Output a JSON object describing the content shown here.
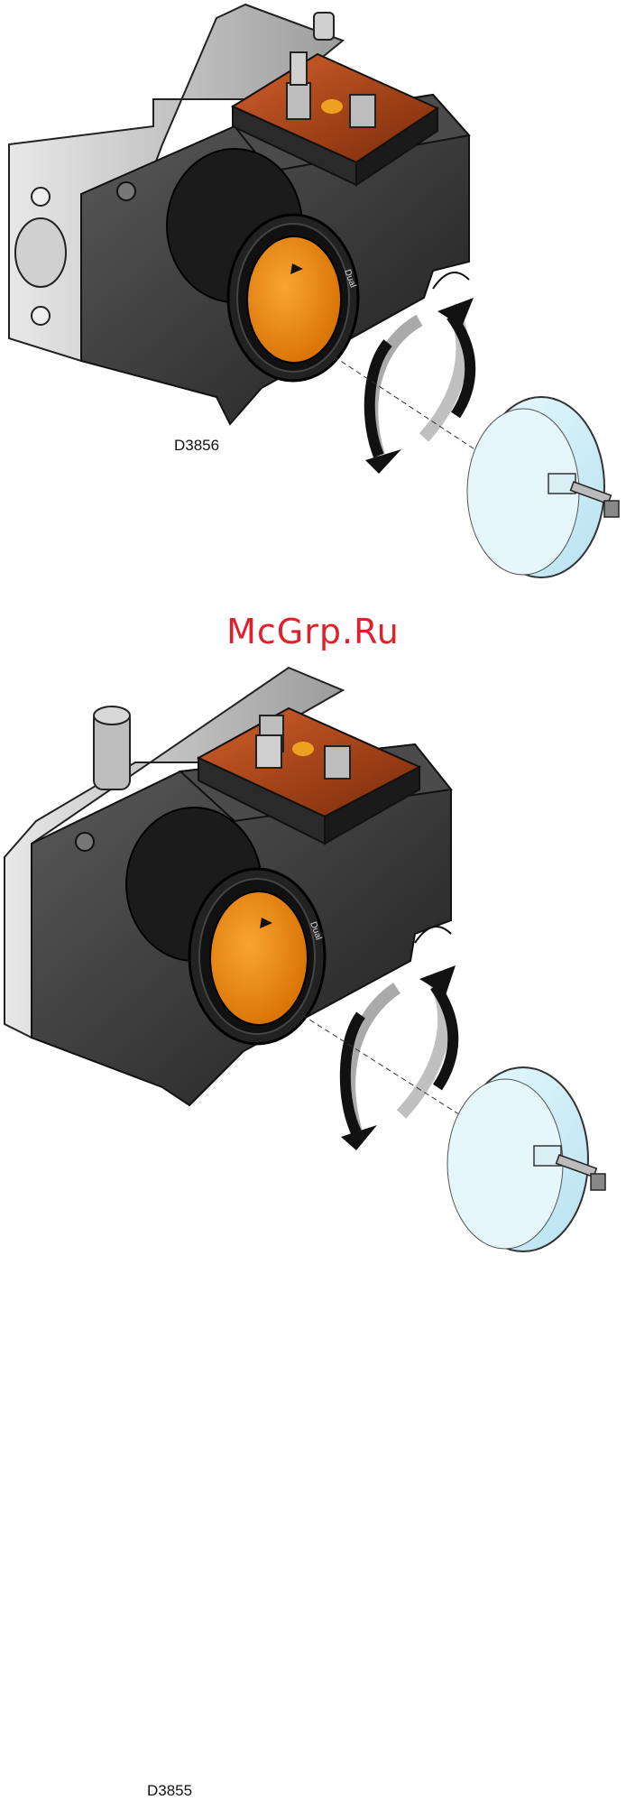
{
  "figures": [
    {
      "code": "D3856",
      "brand_mark": "Dual"
    },
    {
      "code": "D3855",
      "brand_mark": "Dual"
    }
  ],
  "watermark": "McGrp.Ru",
  "colors": {
    "housing": "#3a3a3a",
    "housing_light": "#5a5a5a",
    "plate": "#c9c9c9",
    "connector": "#b2410f",
    "lens": "#f28c0f",
    "cap": "#d7f1f8",
    "arrow": "#111111"
  }
}
